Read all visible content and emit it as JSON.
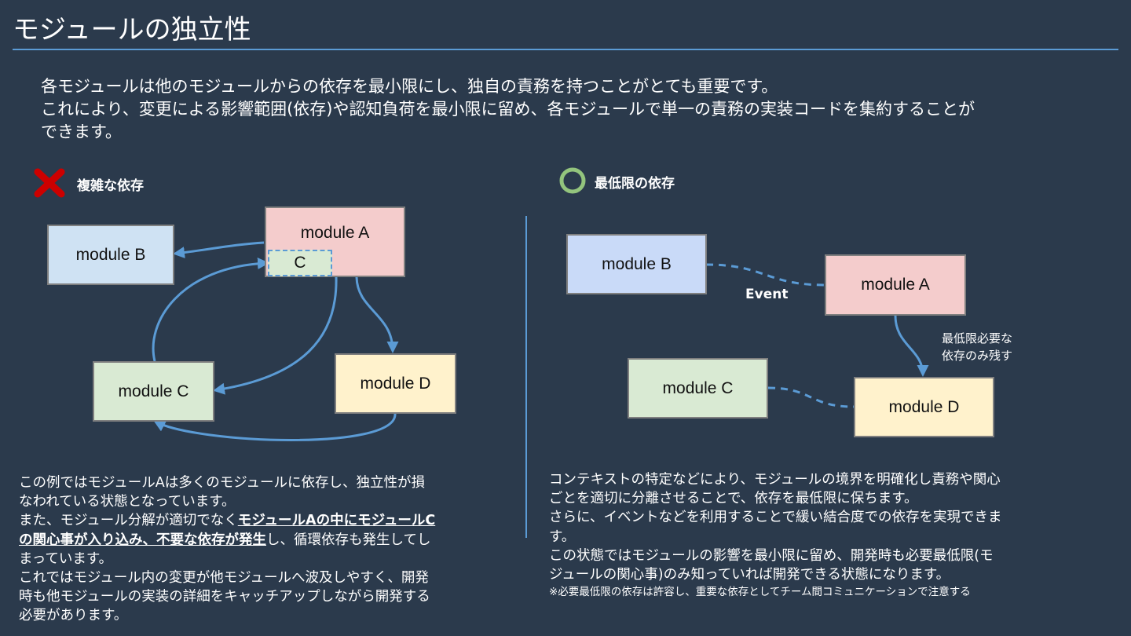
{
  "title": "モジュールの独立性",
  "intro": {
    "line1": "各モジュールは他のモジュールからの依存を最小限にし、独自の責務を持つことがとても重要です。",
    "line2": "これにより、変更による影響範囲(依存)や認知負荷を最小限に留め、各モジュールで単一の責務の実装コードを集約することが",
    "line3": "できます。"
  },
  "bad": {
    "label": "複雑な依存",
    "icon": "cross-mark-icon",
    "icon_color": "#cc0000",
    "modules": {
      "a": "module A",
      "b": "module B",
      "c": "module C",
      "d": "module D",
      "inner_c": "C"
    },
    "desc": {
      "l1": "この例ではモジュールAは多くのモジュールに依存し、独立性が損",
      "l2": "なわれている状態となっています。",
      "l3_pre": "また、モジュール分解が適切でなく",
      "l3_bold": "モジュールAの中にモジュールC",
      "l4_bold": "の関心事が入り込み、不要な依存が発生",
      "l4_post": "し、循環依存も発生してし",
      "l5": "まっています。",
      "l6": "これではモジュール内の変更が他モジュールへ波及しやすく、開発",
      "l7": "時も他モジュールの実装の詳細をキャッチアップしながら開発する",
      "l8": "必要があります。"
    }
  },
  "good": {
    "label": "最低限の依存",
    "icon": "circle-mark-icon",
    "icon_color": "#93c47d",
    "modules": {
      "a": "module A",
      "b": "module B",
      "c": "module C",
      "d": "module D"
    },
    "event_label": "Event",
    "note_l1": "最低限必要な",
    "note_l2": "依存のみ残す",
    "desc": {
      "l1": "コンテキストの特定などにより、モジュールの境界を明確化し責務や関心",
      "l2": "ごとを適切に分離させることで、依存を最低限に保ちます。",
      "l3": "さらに、イベントなどを利用することで緩い結合度での依存を実現できま",
      "l4": "す。",
      "l5": "この状態ではモジュールの影響を最小限に留め、開発時も必要最低限(モ",
      "l6": "ジュールの関心事)のみ知っていれば開発できる状態になります。",
      "note": "※必要最低限の依存は許容し、重要な依存としてチーム間コミュニケーションで注意する"
    }
  },
  "colors": {
    "background": "#2b3a4c",
    "accent_line": "#5b9bd5",
    "arrow": "#5b9bd5",
    "module_a": "#f4cccc",
    "module_b": "#cfe2f3",
    "module_c": "#d9ead3",
    "module_d": "#fff2cc"
  }
}
